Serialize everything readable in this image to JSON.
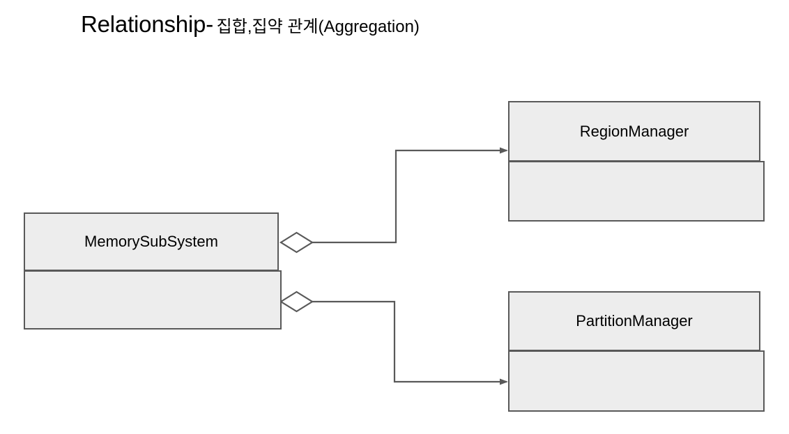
{
  "slide": {
    "title_main": "Relationship",
    "title_separator": "-",
    "title_subtitle": "집합,집약 관계(Aggregation)"
  },
  "diagram": {
    "type": "uml-class-diagram",
    "relationship_kind": "Aggregation",
    "colors": {
      "canvas_background": "#ffffff",
      "class_fill": "#ededed",
      "class_border": "#595959",
      "connector": "#595959",
      "diamond_fill": "#ffffff",
      "text": "#000000"
    },
    "classes": [
      {
        "id": "memorysubsystem",
        "name": "MemorySubSystem",
        "attributes_text": "",
        "role": "whole"
      },
      {
        "id": "regionmanager",
        "name": "RegionManager",
        "attributes_text": "",
        "role": "part"
      },
      {
        "id": "partitionmanager",
        "name": "PartitionManager",
        "attributes_text": "",
        "role": "part"
      }
    ],
    "connectors": [
      {
        "id": "agg-region",
        "kind": "aggregation",
        "source": "MemorySubSystem",
        "target": "RegionManager",
        "source_decoration": "hollow-diamond",
        "target_decoration": "open-arrow"
      },
      {
        "id": "agg-partition",
        "kind": "aggregation",
        "source": "MemorySubSystem",
        "target": "PartitionManager",
        "source_decoration": "hollow-diamond",
        "target_decoration": "open-arrow"
      }
    ]
  }
}
